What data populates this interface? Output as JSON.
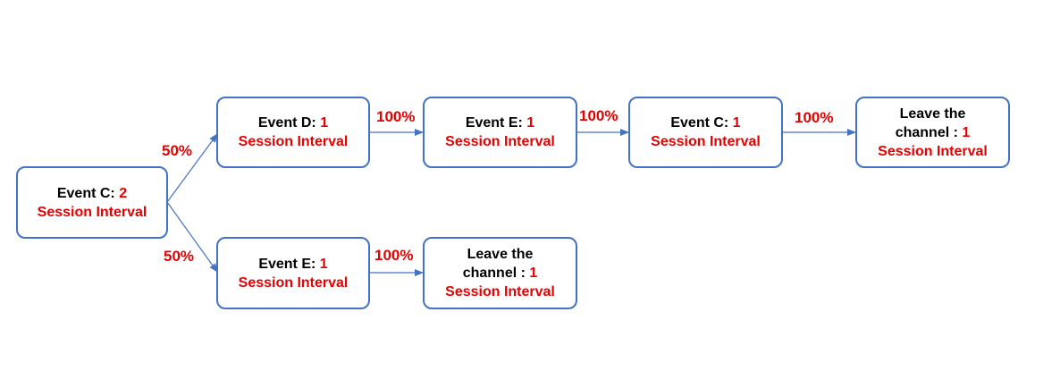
{
  "nodes": {
    "start": {
      "label": "Event C:",
      "count": "2",
      "unit": "Session Interval"
    },
    "top1": {
      "label": "Event D:",
      "count": "1",
      "unit": "Session Interval"
    },
    "top2": {
      "label": "Event E:",
      "count": "1",
      "unit": "Session Interval"
    },
    "top3": {
      "label": "Event C:",
      "count": "1",
      "unit": "Session Interval"
    },
    "top4": {
      "line1": "Leave the",
      "label": "channel :",
      "count": "1",
      "unit": "Session Interval"
    },
    "bot1": {
      "label": "Event E:",
      "count": "1",
      "unit": "Session Interval"
    },
    "bot2": {
      "line1": "Leave the",
      "label": "channel :",
      "count": "1",
      "unit": "Session Interval"
    }
  },
  "edges": {
    "start_top1": "50%",
    "start_bot1": "50%",
    "top1_top2": "100%",
    "top2_top3": "100%",
    "top3_top4": "100%",
    "bot1_bot2": "100%"
  },
  "colors": {
    "node_border": "#4472c4",
    "arrow": "#4472c4",
    "highlight": "#e60000"
  }
}
